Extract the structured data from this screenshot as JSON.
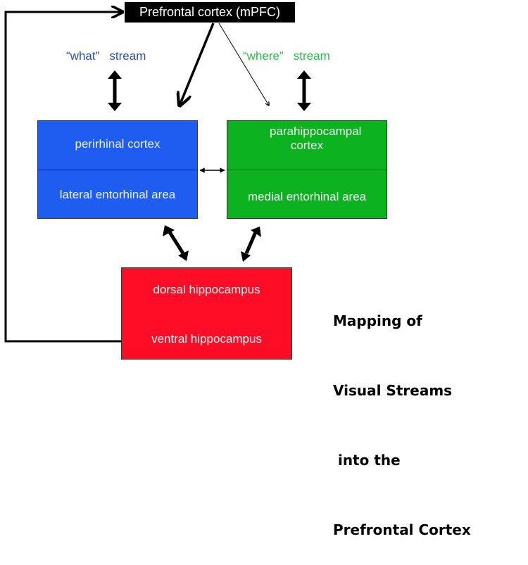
{
  "diagram": {
    "title_node": "Prefrontal cortex (mPFC)",
    "streams": {
      "what": "“what”   stream",
      "where": "“where”   stream"
    },
    "what_box": {
      "top": "perirhinal cortex",
      "bottom": "lateral entorhinal area",
      "color": "#1f5cf0"
    },
    "where_box": {
      "top": "parahippocampal cortex",
      "bottom": "medial entorhinal area",
      "color": "#0db221"
    },
    "hippocampus_box": {
      "top": "dorsal hippocampus",
      "bottom": "ventral hippocampus",
      "color": "#ff0c26"
    },
    "caption_lines": [
      "Mapping of",
      "Visual Streams",
      " into the",
      "Prefrontal Cortex"
    ]
  }
}
